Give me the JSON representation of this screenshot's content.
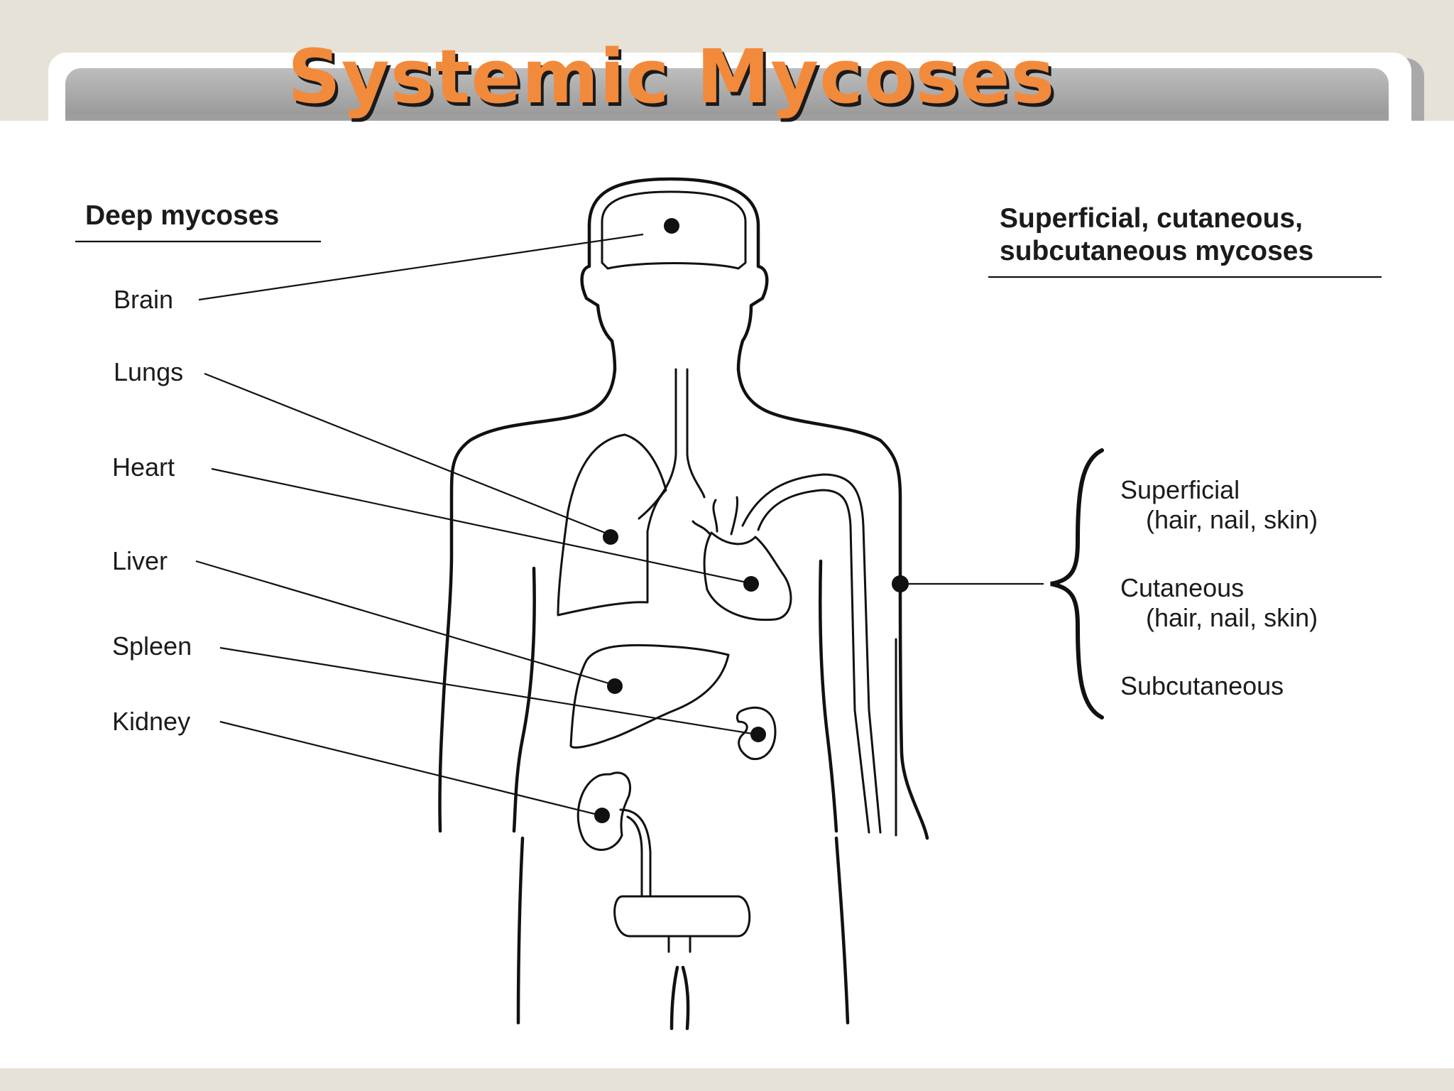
{
  "slide": {
    "title": "Systemic Mycoses"
  },
  "diagram": {
    "left_header": "Deep mycoses",
    "right_header_line1": "Superficial, cutaneous,",
    "right_header_line2": "subcutaneous mycoses",
    "deep_sites": [
      {
        "label": "Brain"
      },
      {
        "label": "Lungs"
      },
      {
        "label": "Heart"
      },
      {
        "label": "Liver"
      },
      {
        "label": "Spleen"
      },
      {
        "label": "Kidney"
      }
    ],
    "superficial_types": [
      {
        "name": "Superficial",
        "detail": "(hair, nail, skin)"
      },
      {
        "name": "Cutaneous",
        "detail": "(hair, nail, skin)"
      },
      {
        "name": "Subcutaneous"
      }
    ]
  },
  "colors": {
    "title": "#f28a3c",
    "title_shadow": "#1a1a1a",
    "background": "#e6e2d7",
    "title_bar": "#a9a9a9",
    "content": "#ffffff"
  }
}
